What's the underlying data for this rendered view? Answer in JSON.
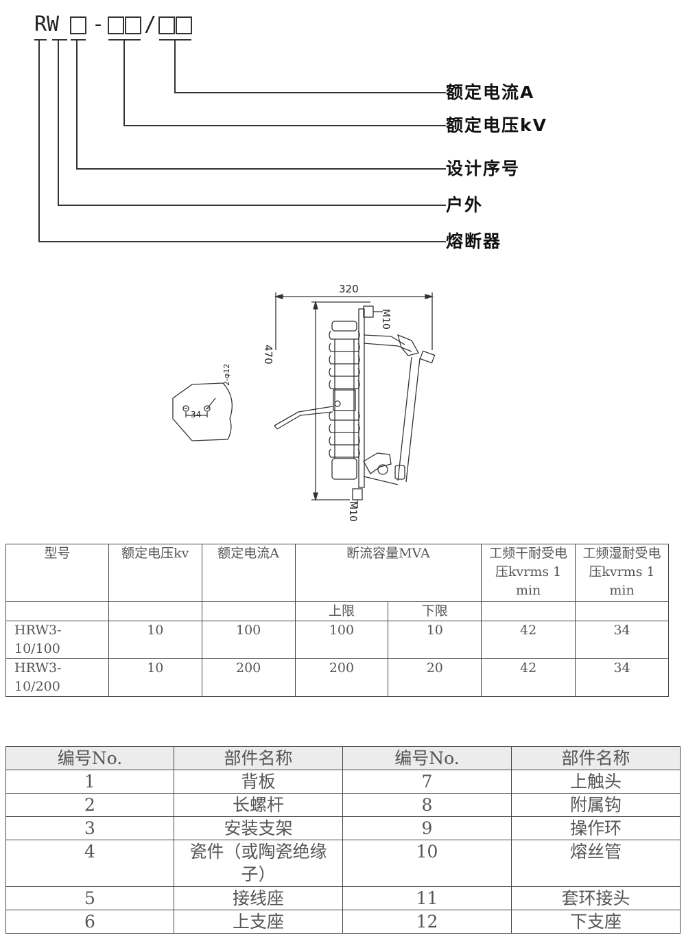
{
  "model_code": {
    "prefix": "RW",
    "dash": "-",
    "slash": "/",
    "labels": [
      "额定电流A",
      "额定电压kV",
      "设计序号",
      "户外",
      "熔断器"
    ]
  },
  "drawing": {
    "width_label": "320",
    "height_label": "470",
    "bolt_top": "M10",
    "bolt_bottom": "M10",
    "hole_spacing": "34",
    "hole_spec": "2-φ12"
  },
  "spec_table": {
    "headers": {
      "model": "型号",
      "voltage": "额定电压kv",
      "current": "额定电流A",
      "breaking": "断流容量MVA",
      "dry": "工频干耐受电压kvrms 1 min",
      "wet": "工频湿耐受电压kvrms 1 min",
      "upper": "上限",
      "lower": "下限"
    },
    "rows": [
      {
        "model": "HRW3-10/100",
        "voltage": "10",
        "current": "100",
        "upper": "100",
        "lower": "10",
        "dry": "42",
        "wet": "34"
      },
      {
        "model": "HRW3-10/200",
        "voltage": "10",
        "current": "200",
        "upper": "200",
        "lower": "20",
        "dry": "42",
        "wet": "34"
      }
    ]
  },
  "parts_table": {
    "headers": {
      "no": "编号No.",
      "name": "部件名称"
    },
    "rows": [
      {
        "no1": "1",
        "name1": "背板",
        "no2": "7",
        "name2": "上触头"
      },
      {
        "no1": "2",
        "name1": "长螺杆",
        "no2": "8",
        "name2": "附属钩"
      },
      {
        "no1": "3",
        "name1": "安装支架",
        "no2": "9",
        "name2": "操作环"
      },
      {
        "no1": "4",
        "name1": "瓷件（或陶瓷绝缘子）",
        "no2": "10",
        "name2": "熔丝管"
      },
      {
        "no1": "5",
        "name1": "接线座",
        "no2": "11",
        "name2": "套环接头"
      },
      {
        "no1": "6",
        "name1": "上支座",
        "no2": "12",
        "name2": "下支座"
      }
    ]
  }
}
